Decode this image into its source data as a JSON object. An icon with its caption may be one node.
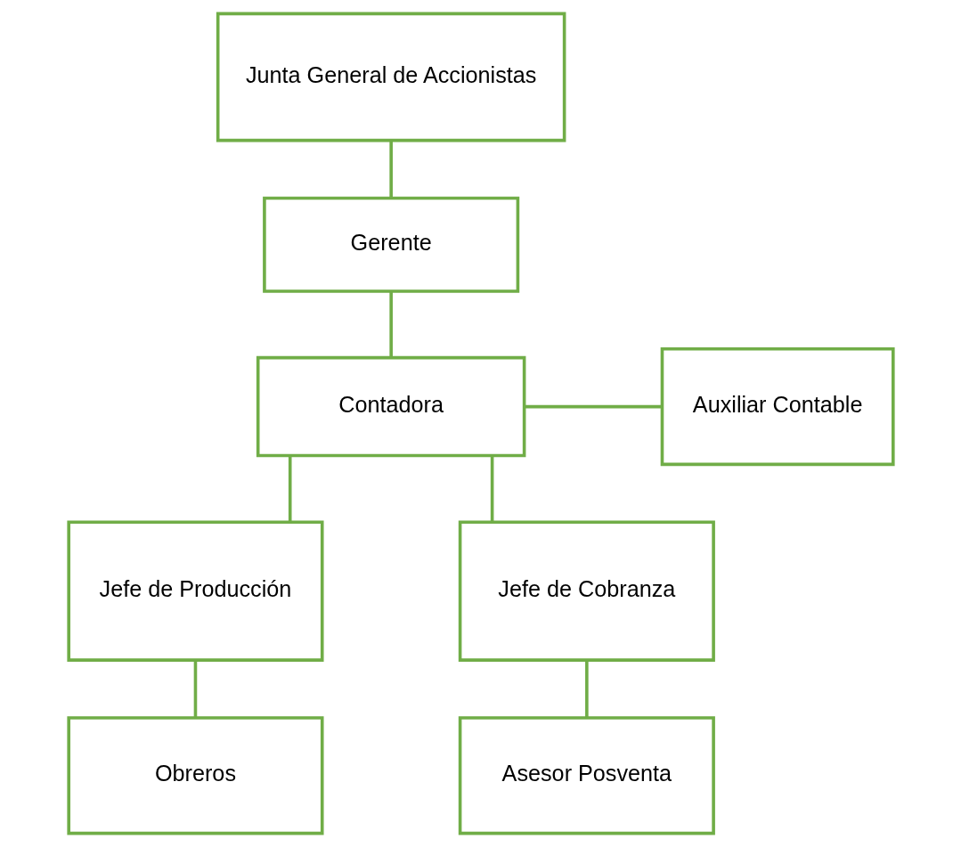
{
  "diagram": {
    "nodes": [
      {
        "text": [
          "Junta General de Accionistas"
        ]
      },
      {
        "text": [
          "Gerente"
        ]
      },
      {
        "text": [
          "Contadora"
        ]
      },
      {
        "text": [
          "Auxiliar Contable"
        ]
      },
      {
        "text": [
          "Jefe de Producción"
        ]
      },
      {
        "text": [
          "Jefe de Cobranza"
        ]
      },
      {
        "text": [
          "Obreros"
        ]
      },
      {
        "text": [
          "Asesor Posventa"
        ]
      }
    ],
    "edges": [
      {
        "from": 0,
        "to": 1,
        "arrow": "none"
      },
      {
        "from": 1,
        "to": 2,
        "arrow": "none"
      },
      {
        "from": 2,
        "to": 3,
        "arrow": "none"
      },
      {
        "from": 2,
        "to": 4,
        "arrow": "none"
      },
      {
        "from": 2,
        "to": 5,
        "arrow": "none"
      },
      {
        "from": 4,
        "to": 6,
        "arrow": "none"
      },
      {
        "from": 5,
        "to": 7,
        "arrow": "none"
      }
    ]
  }
}
